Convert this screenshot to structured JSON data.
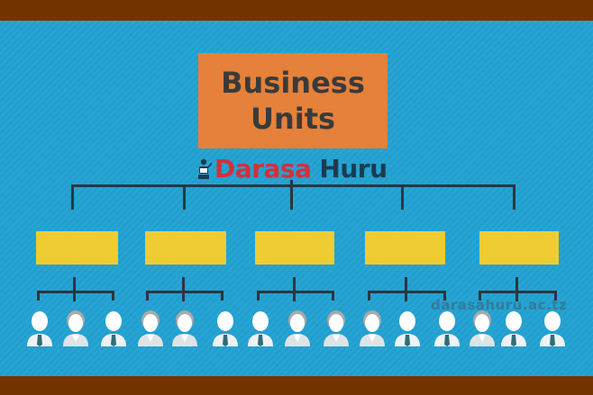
{
  "diagram": {
    "title_line1": "Business",
    "title_line2": "Units",
    "logo": {
      "part1": "Darasa",
      "part2": "Huru",
      "icon": "teacher-icon",
      "part1_color": "#d2303c",
      "part2_color": "#1c3b52"
    },
    "watermark": "darasahuru.ac.tz",
    "colors": {
      "background": "#22a2d2",
      "frame": "#723301",
      "title_box": "#e5813a",
      "unit_box": "#f0cc33",
      "connector": "#2b3540"
    },
    "units": [
      {
        "label": "",
        "members": [
          "male",
          "female",
          "male"
        ]
      },
      {
        "label": "",
        "members": [
          "female",
          "female",
          "male"
        ]
      },
      {
        "label": "",
        "members": [
          "male",
          "female",
          "female"
        ]
      },
      {
        "label": "",
        "members": [
          "female",
          "male",
          "male"
        ]
      },
      {
        "label": "",
        "members": [
          "female",
          "male",
          "male"
        ]
      }
    ]
  }
}
